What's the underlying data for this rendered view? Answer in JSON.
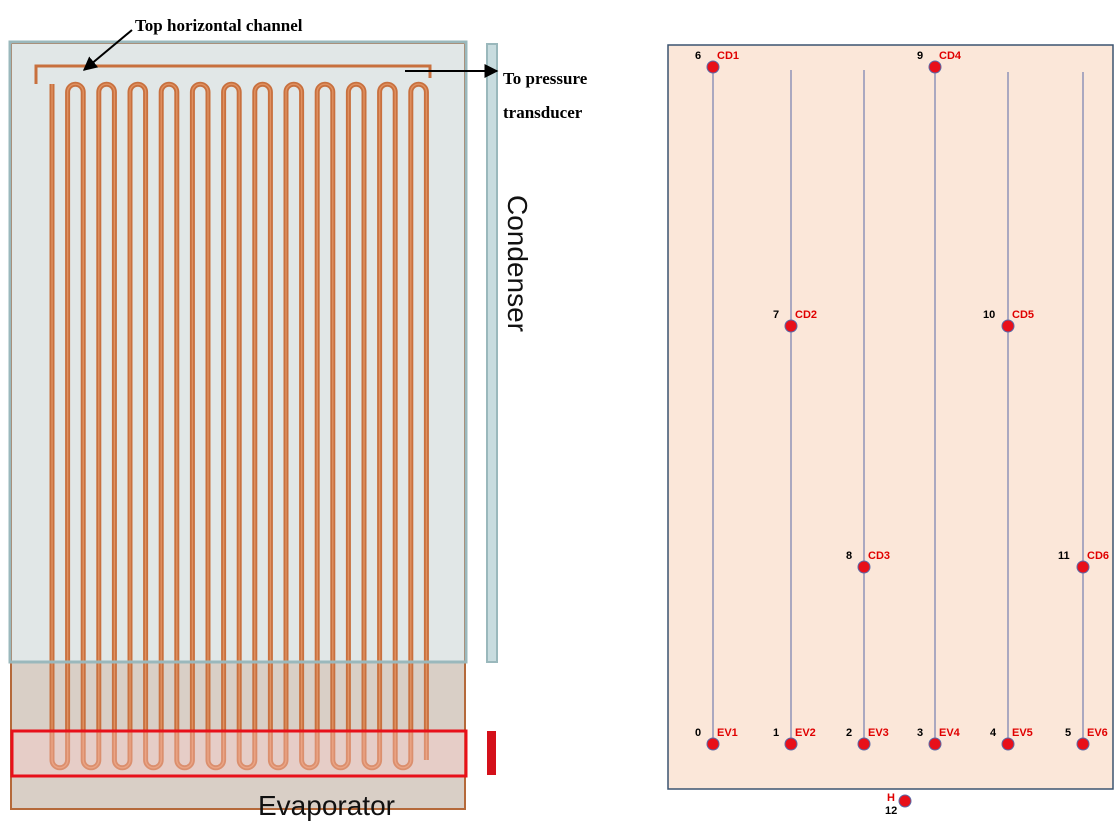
{
  "left_panel": {
    "annotation_top": "Top horizontal channel",
    "annotation_right_line1": "To pressure",
    "annotation_right_line2": "transducer",
    "condenser_label": "Condenser",
    "evaporator_label": "Evaporator"
  },
  "right_panel": {
    "sensors": [
      {
        "num": "6",
        "tag": "CD1"
      },
      {
        "num": "7",
        "tag": "CD2"
      },
      {
        "num": "8",
        "tag": "CD3"
      },
      {
        "num": "9",
        "tag": "CD4"
      },
      {
        "num": "10",
        "tag": "CD5"
      },
      {
        "num": "11",
        "tag": "CD6"
      },
      {
        "num": "0",
        "tag": "EV1"
      },
      {
        "num": "1",
        "tag": "EV2"
      },
      {
        "num": "2",
        "tag": "EV3"
      },
      {
        "num": "3",
        "tag": "EV4"
      },
      {
        "num": "4",
        "tag": "EV5"
      },
      {
        "num": "5",
        "tag": "EV6"
      }
    ],
    "heater": {
      "num": "12",
      "tag": "H"
    }
  },
  "colors": {
    "copper": "#c8703e",
    "plate": "#dfe6e6",
    "condenser_frame": "#9ab8bc",
    "evaporator_box": "#e8101a",
    "diagram_bg": "#fbe7d9",
    "diagram_border": "#3b5470",
    "sensor_dot": "#e8101a",
    "sensor_line": "#5a6aa8"
  }
}
